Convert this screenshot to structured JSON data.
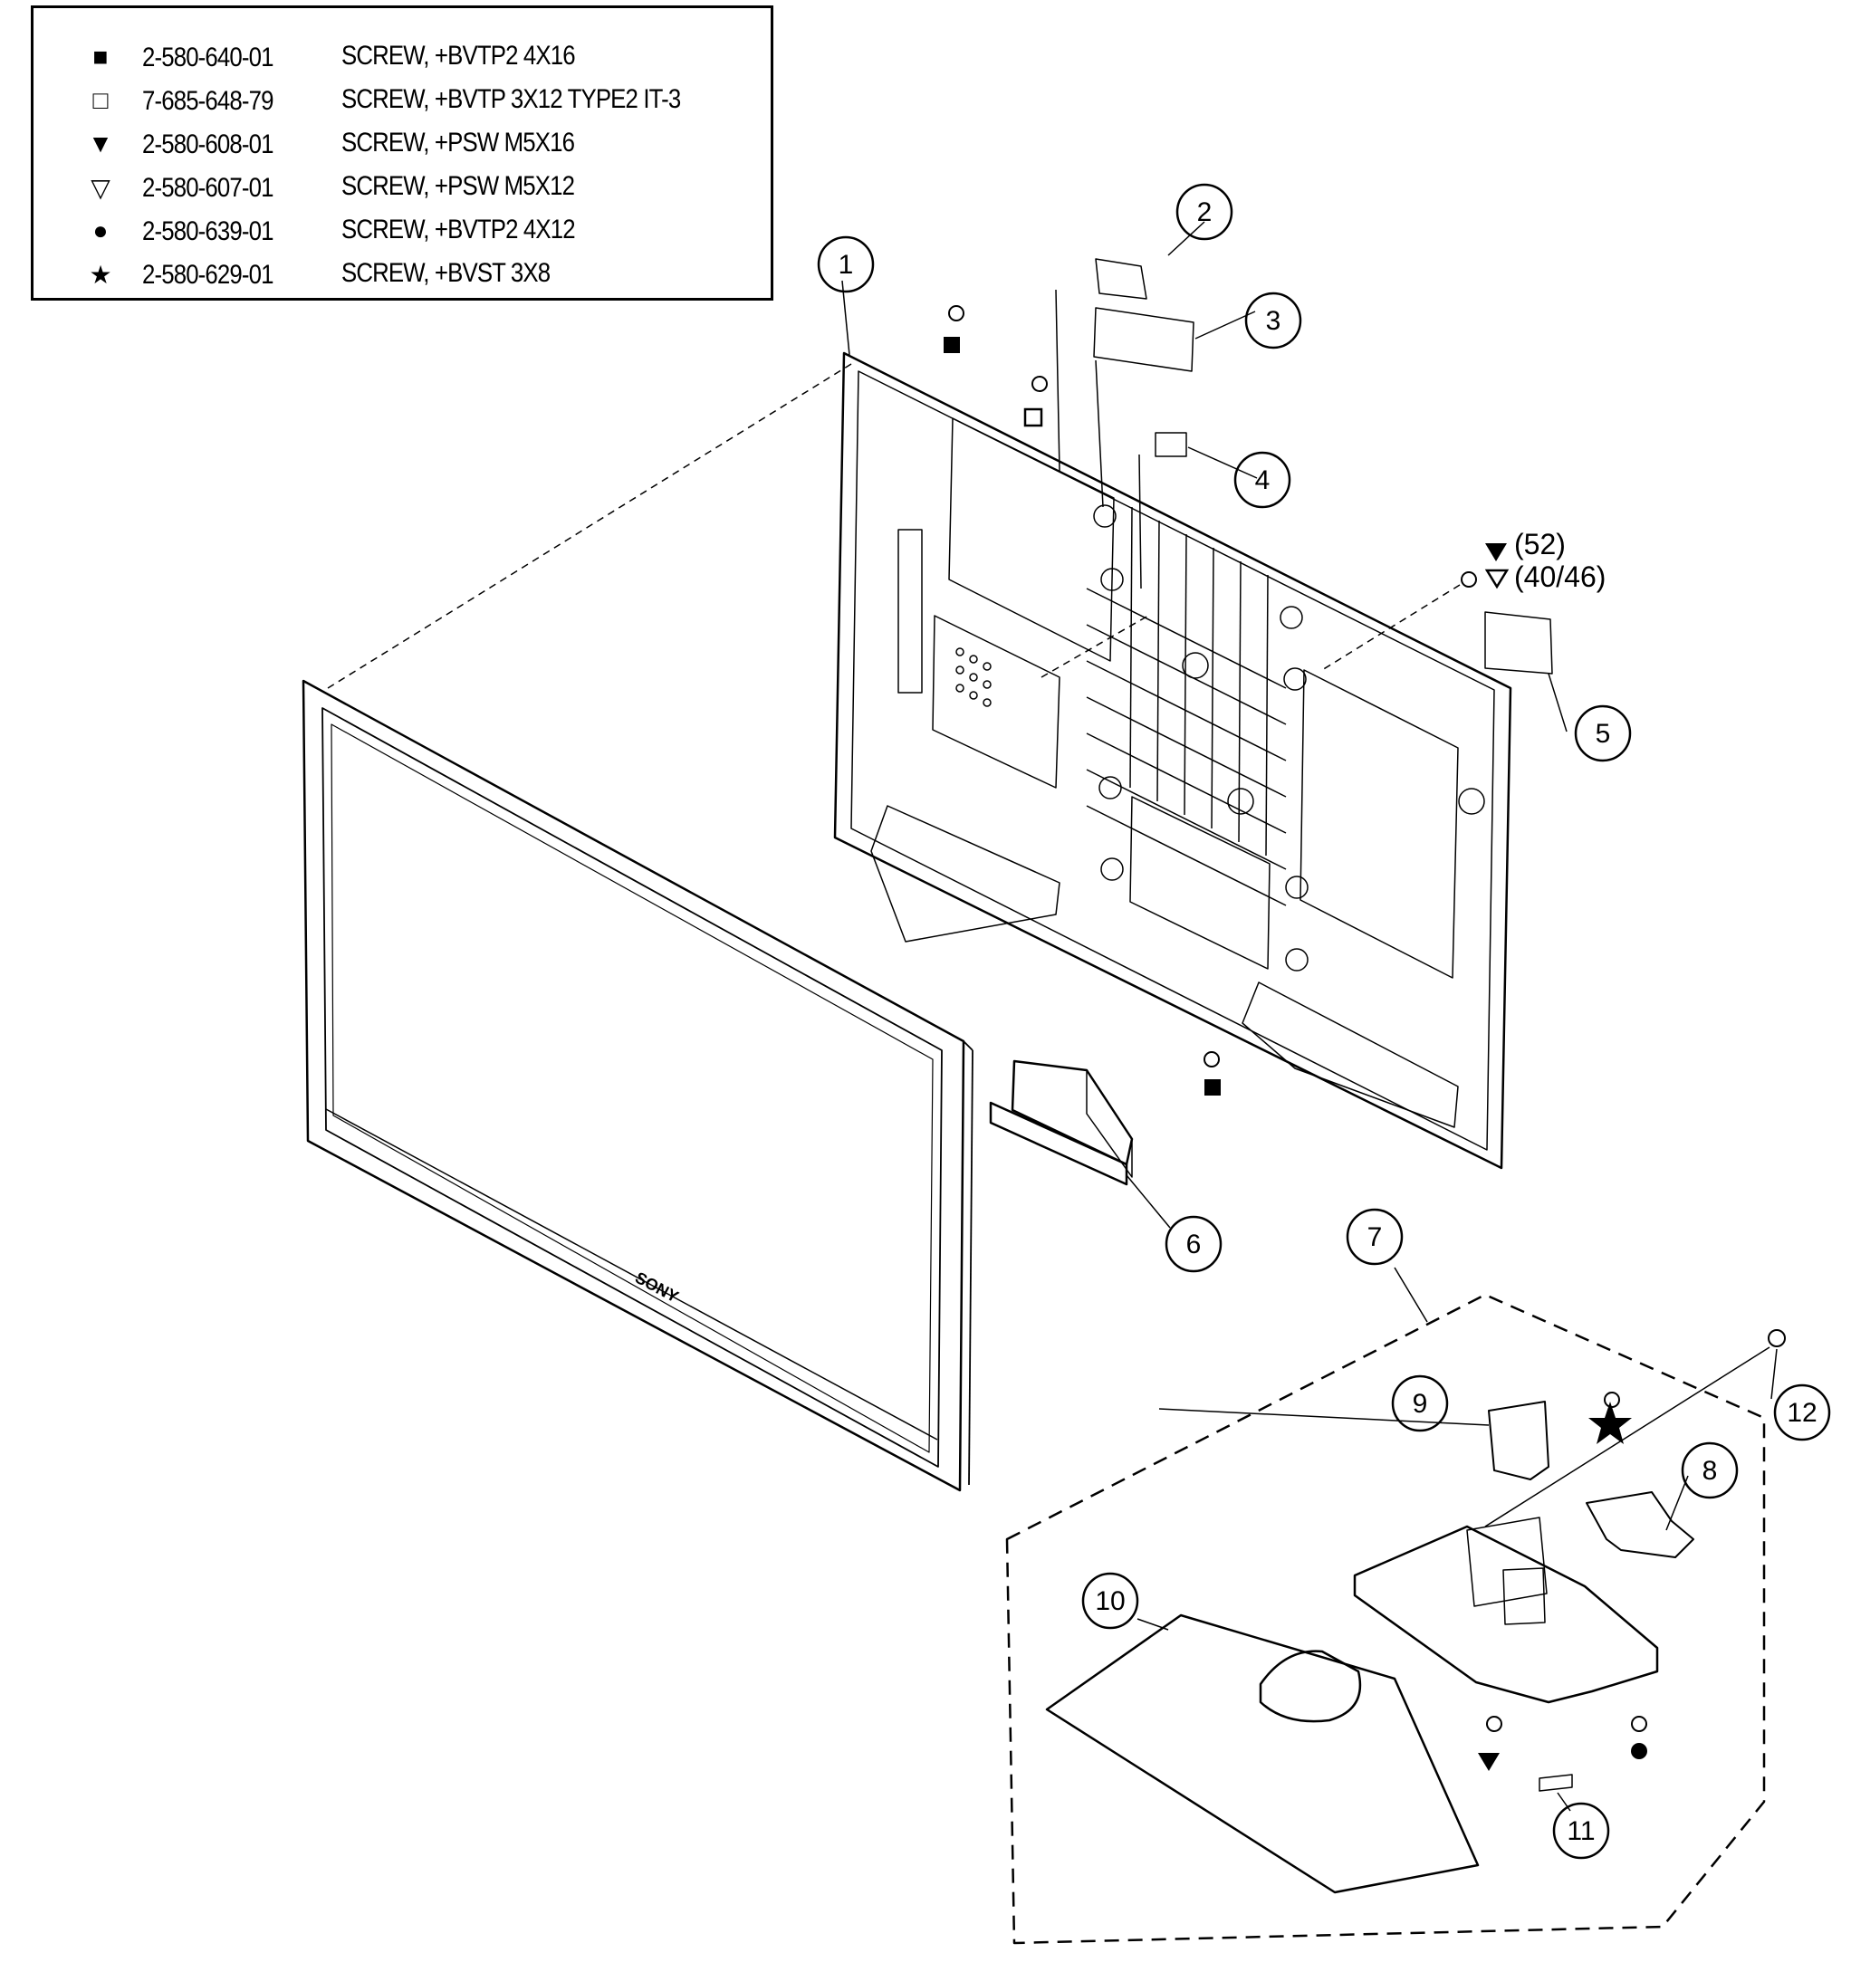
{
  "legend": {
    "rows": [
      {
        "symbol": "■",
        "icon": "filled-square-icon",
        "part": "2-580-640-01",
        "desc": "SCREW, +BVTP2 4X16"
      },
      {
        "symbol": "□",
        "icon": "hollow-square-icon",
        "part": "7-685-648-79",
        "desc": "SCREW, +BVTP 3X12 TYPE2 IT-3"
      },
      {
        "symbol": "▼",
        "icon": "filled-triangle-icon",
        "part": "2-580-608-01",
        "desc": "SCREW, +PSW M5X16"
      },
      {
        "symbol": "▽",
        "icon": "hollow-triangle-icon",
        "part": "2-580-607-01",
        "desc": "SCREW, +PSW M5X12"
      },
      {
        "symbol": "●",
        "icon": "filled-circle-icon",
        "part": "2-580-639-01",
        "desc": "SCREW, +BVTP2 4X12"
      },
      {
        "symbol": "★",
        "icon": "star-icon",
        "part": "2-580-629-01",
        "desc": "SCREW, +BVST 3X8"
      }
    ]
  },
  "callouts": [
    "1",
    "2",
    "3",
    "4",
    "5",
    "6",
    "7",
    "8",
    "9",
    "10",
    "11",
    "12"
  ],
  "screw_notes": {
    "filled": "(52)",
    "hollow": "(40/46)"
  },
  "brand_mark": "SONY"
}
